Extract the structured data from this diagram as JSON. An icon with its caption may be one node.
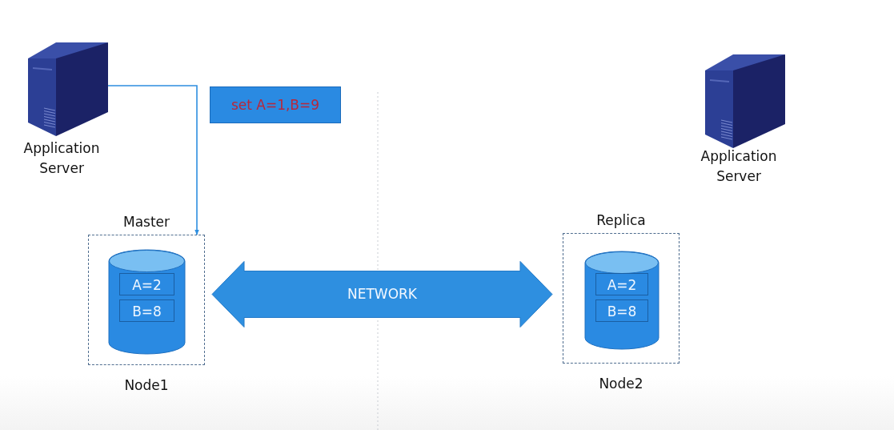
{
  "diagram": {
    "nodes": [
      {
        "text": [
          "Application Server"
        ]
      },
      {
        "text": [
          "Master"
        ],
        "beside": [
          "Node1"
        ]
      },
      {
        "text": [
          "A=2",
          "B=8"
        ],
        "in": 1
      },
      {
        "text": [
          "set A=1,B=9"
        ]
      },
      {
        "text": [
          "Application Server"
        ]
      },
      {
        "text": [
          "Replica"
        ],
        "beside": [
          "Node2"
        ]
      },
      {
        "text": [
          "A=2",
          "B=8"
        ],
        "in": 5
      }
    ],
    "edges": [
      {
        "from": 0,
        "to": 1,
        "arrow": "to"
      },
      {
        "from": 1,
        "to": 5,
        "arrow": "both",
        "label": "NETWORK",
        "style": "thick"
      }
    ]
  }
}
